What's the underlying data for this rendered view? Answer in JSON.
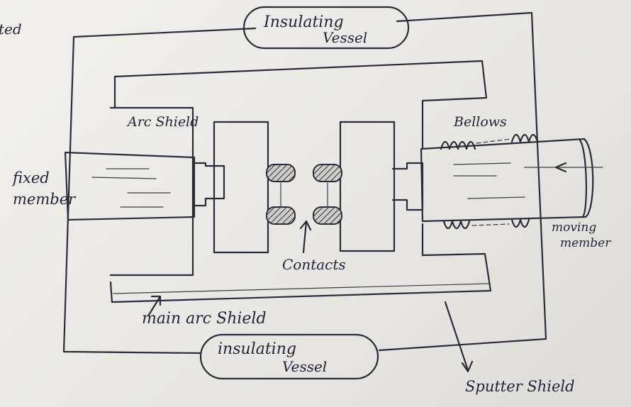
{
  "labels": {
    "top_left_fragment": "ted",
    "insulating_vessel_top_line1": "Insulating",
    "insulating_vessel_top_line2": "Vessel",
    "arc_shield": "Arc Shield",
    "bellows": "Bellows",
    "fixed_member_line1": "fixed",
    "fixed_member_line2": "member",
    "moving_member_line1": "moving",
    "moving_member_line2": "member",
    "contacts": "Contacts",
    "main_arc_shield": "main arc Shield",
    "insulating_vessel_bottom_line1": "insulating",
    "insulating_vessel_bottom_line2": "Vessel",
    "sputter_shield": "Sputter Shield"
  },
  "colors": {
    "ink": "#2a2c3a",
    "paper": "#eae9e5",
    "hatch": "#3a3c4a"
  }
}
